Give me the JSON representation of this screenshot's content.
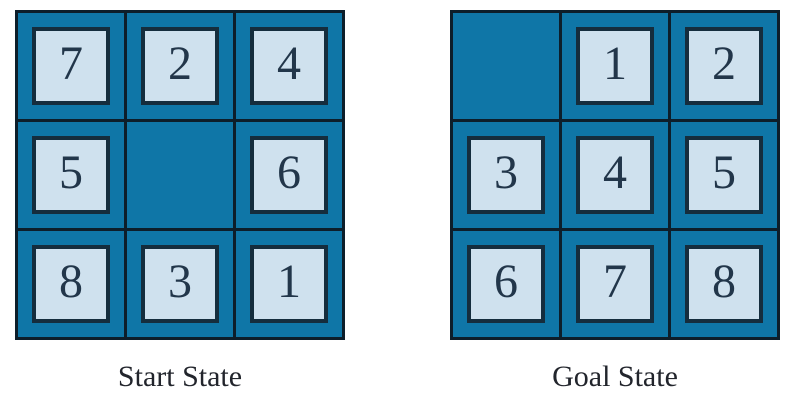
{
  "figure": {
    "description": "8-puzzle sliding tile diagram showing a start state and a goal state",
    "colors": {
      "board_background": "#0f76a7",
      "grid_lines": "#0d1e2a",
      "tile_fill": "#cfe1ee",
      "tile_border": "#152d3d",
      "digit_color": "#22364a",
      "caption_color": "#22252c",
      "page_background": "#ffffff"
    }
  },
  "puzzles": [
    {
      "label": "Start State",
      "rows": [
        [
          "7",
          "2",
          "4"
        ],
        [
          "5",
          "",
          "6"
        ],
        [
          "8",
          "3",
          "1"
        ]
      ]
    },
    {
      "label": "Goal State",
      "rows": [
        [
          "",
          "1",
          "2"
        ],
        [
          "3",
          "4",
          "5"
        ],
        [
          "6",
          "7",
          "8"
        ]
      ]
    }
  ]
}
